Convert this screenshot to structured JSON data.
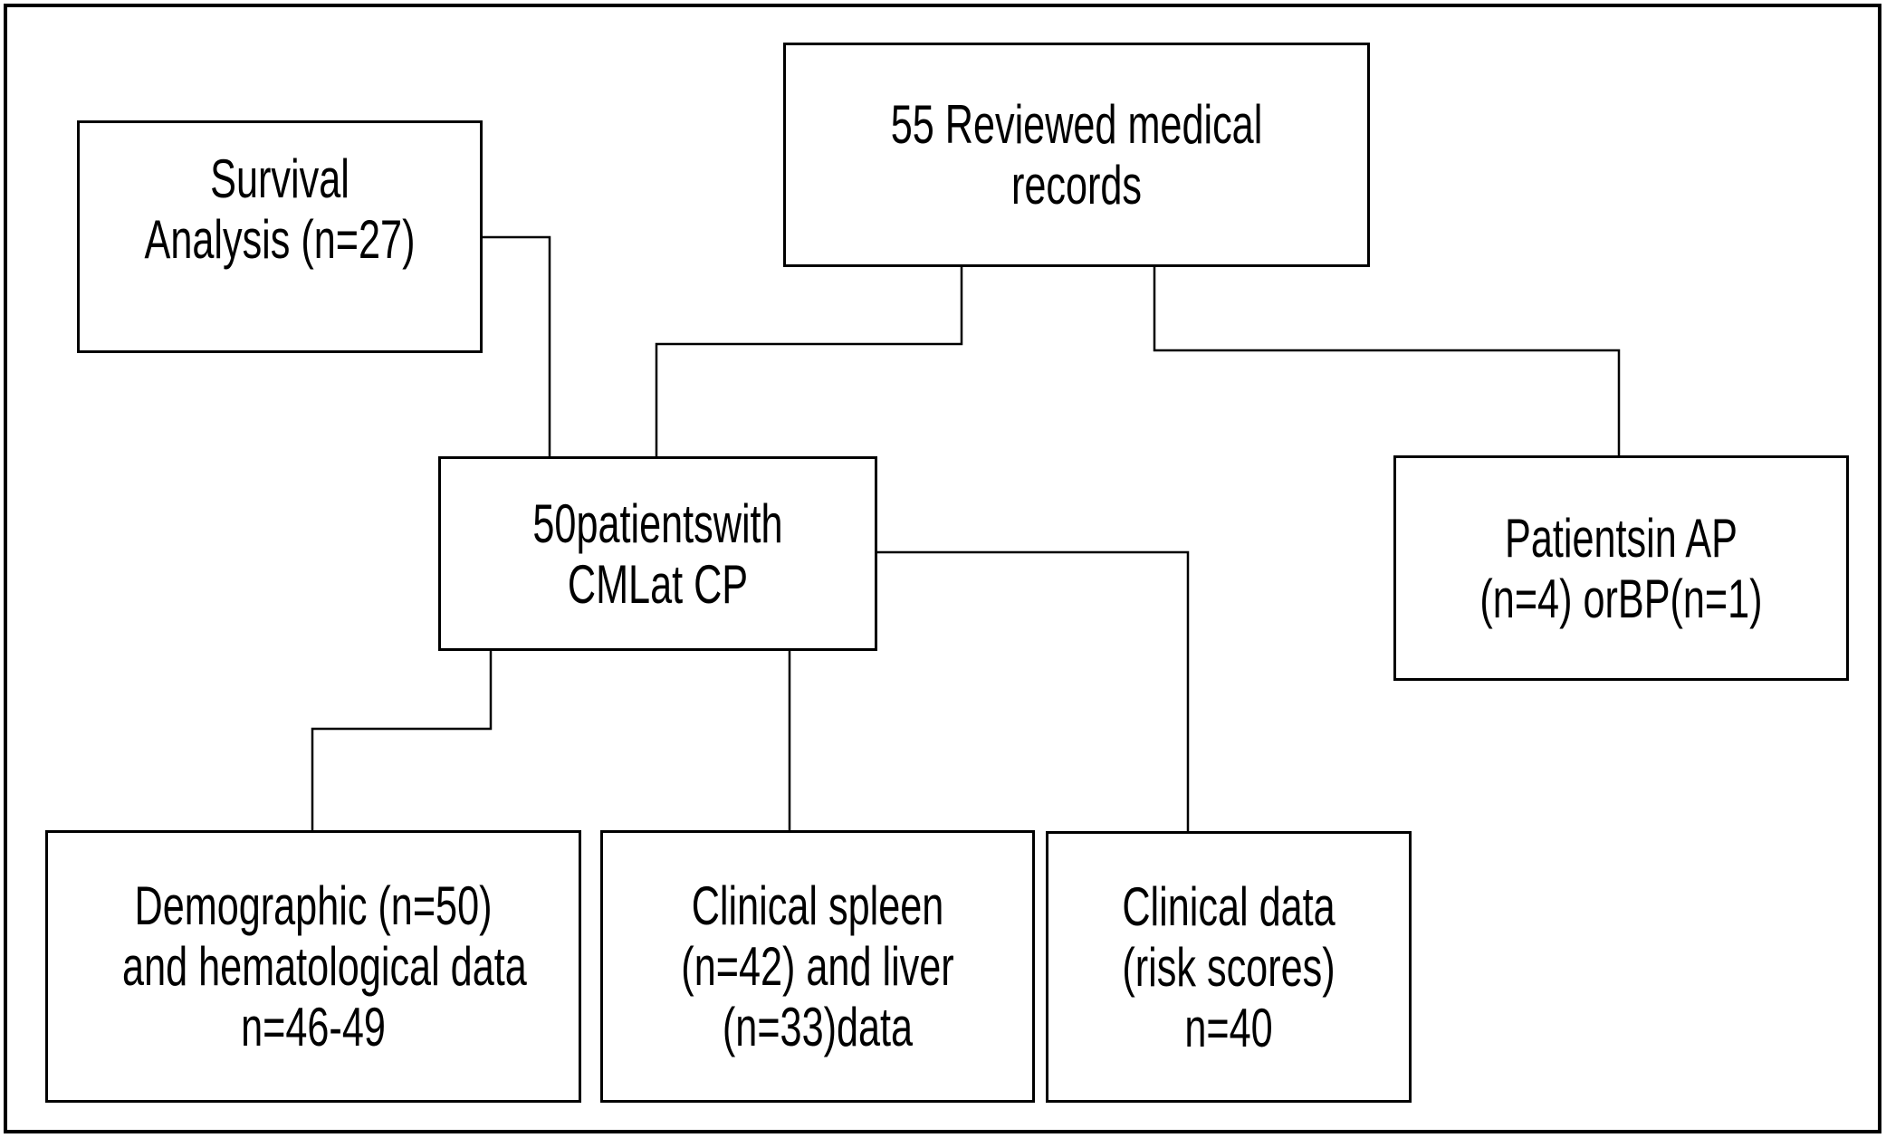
{
  "colors": {
    "ink": "#000000",
    "background": "#ffffff"
  },
  "boxes": {
    "reviewed": {
      "lines": [
        "55 Reviewed medical",
        "records"
      ]
    },
    "survival": {
      "lines": [
        "Survival",
        "Analysis (n=27)"
      ]
    },
    "cml": {
      "lines": [
        "50patientswith",
        "CMLat CP"
      ]
    },
    "ap": {
      "lines": [
        "Patientsin AP",
        "(n=4) orBP(n=1)"
      ]
    },
    "demographic": {
      "lines": [
        "Demographic (n=50)",
        "and hematological data",
        "n=46-49"
      ]
    },
    "spleen": {
      "lines": [
        "Clinical spleen",
        "(n=42) and liver",
        "(n=33)data"
      ]
    },
    "risk": {
      "lines": [
        "Clinical data",
        "(risk scores)",
        "n=40"
      ]
    }
  }
}
